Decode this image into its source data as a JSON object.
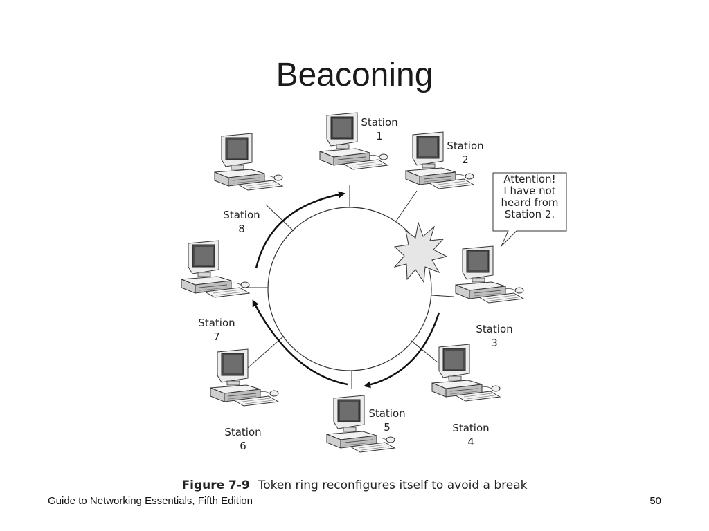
{
  "slide": {
    "title": "Beaconing"
  },
  "diagram": {
    "stations": [
      {
        "id": 1,
        "line1": "Station",
        "line2": "1"
      },
      {
        "id": 2,
        "line1": "Station",
        "line2": "2"
      },
      {
        "id": 3,
        "line1": "Station",
        "line2": "3"
      },
      {
        "id": 4,
        "line1": "Station",
        "line2": "4"
      },
      {
        "id": 5,
        "line1": "Station",
        "line2": "5"
      },
      {
        "id": 6,
        "line1": "Station",
        "line2": "6"
      },
      {
        "id": 7,
        "line1": "Station",
        "line2": "7"
      },
      {
        "id": 8,
        "line1": "Station",
        "line2": "8"
      }
    ],
    "callout": {
      "lines": [
        "Attention!",
        "I have not",
        "heard from",
        "Station 2."
      ]
    },
    "break_marker": "starburst-icon"
  },
  "caption": {
    "figure_number": "Figure 7-9",
    "text": "Token ring reconfigures itself to avoid a break"
  },
  "footer": {
    "left": "Guide to Networking Essentials, Fifth Edition",
    "right": "50"
  }
}
